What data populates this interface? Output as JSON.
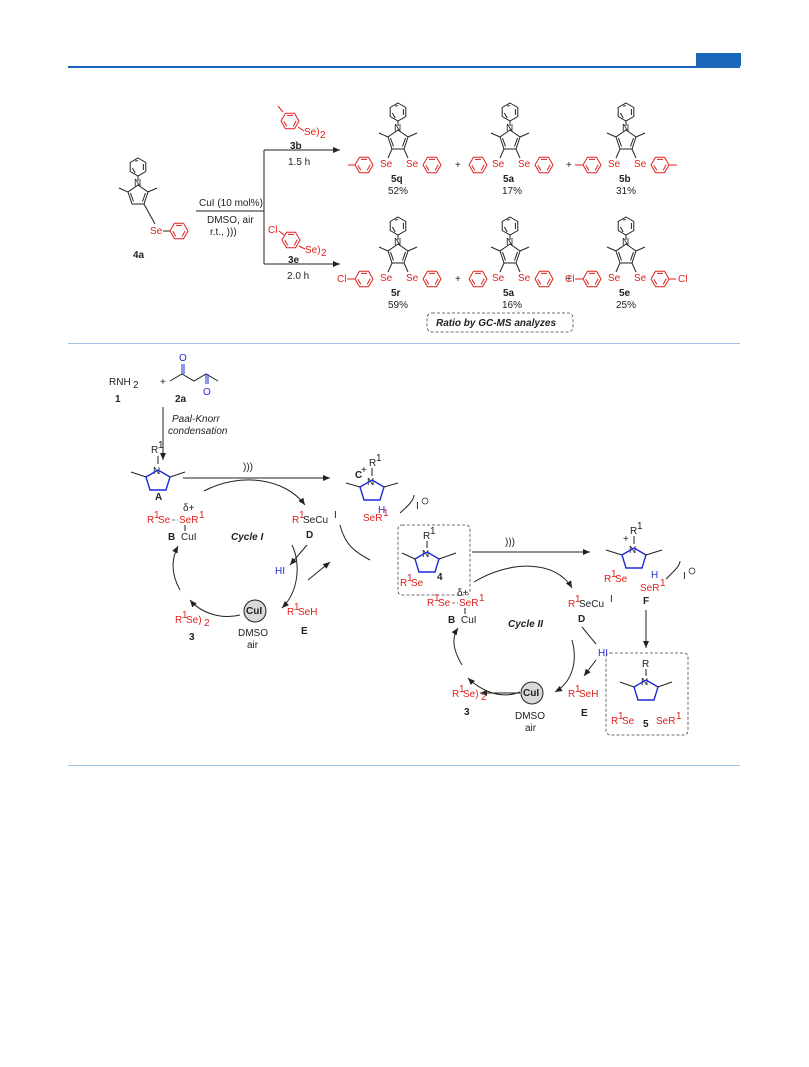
{
  "top": {
    "start": {
      "label": "4a",
      "se": "Se"
    },
    "conditions": {
      "line1": "CuI (10 mol%)",
      "line2": "DMSO, air",
      "line3": "r.t., )))"
    },
    "row1": {
      "reagent": {
        "label": "3b",
        "se": "Se)",
        "sub": "2"
      },
      "time": "1.5 h",
      "products": [
        {
          "label": "5q",
          "yield": "52%"
        },
        {
          "label": "5a",
          "yield": "17%"
        },
        {
          "label": "5b",
          "yield": "31%"
        }
      ]
    },
    "row2": {
      "reagent": {
        "label": "3e",
        "cl": "Cl",
        "se": "Se)",
        "sub": "2"
      },
      "time": "2.0 h",
      "products": [
        {
          "label": "5r",
          "yield": "59%"
        },
        {
          "label": "5a",
          "yield": "16%"
        },
        {
          "label": "5e",
          "yield": "25%"
        }
      ]
    },
    "plus": "+",
    "se": "Se",
    "cl": "Cl",
    "n": "N",
    "ratio_note": "Ratio by GC-MS analyzes"
  },
  "mechanism": {
    "rnh2": "RNH",
    "rnh2_sub": "2",
    "plus": "+",
    "amine_label": "1",
    "diketone_label": "2a",
    "o": "O",
    "paal1": "Paal-Knorr",
    "paal2": "condensation",
    "sono": ")))",
    "A": "A",
    "B": "B",
    "C": "C",
    "D": "D",
    "E": "E",
    "F": "F",
    "n": "N",
    "r": "R",
    "one": "1",
    "plus_charge": "+",
    "delta": "δ+",
    "se": "Se",
    "ser": "SeR",
    "rse": "R",
    "h": "H",
    "i_minus": "I",
    "cui": "CuI",
    "d_species": "R",
    "d_species_tail": "SeCu",
    "d_sup": "I",
    "hi": "HI",
    "rseh_tail": "SeH",
    "r1se2": "R",
    "r1se2_tail": "Se)",
    "two": "2",
    "three": "3",
    "dmso": "DMSO",
    "air": "air",
    "cycle1": "Cycle I",
    "cycle2": "Cycle II",
    "four": "4",
    "five": "5"
  }
}
